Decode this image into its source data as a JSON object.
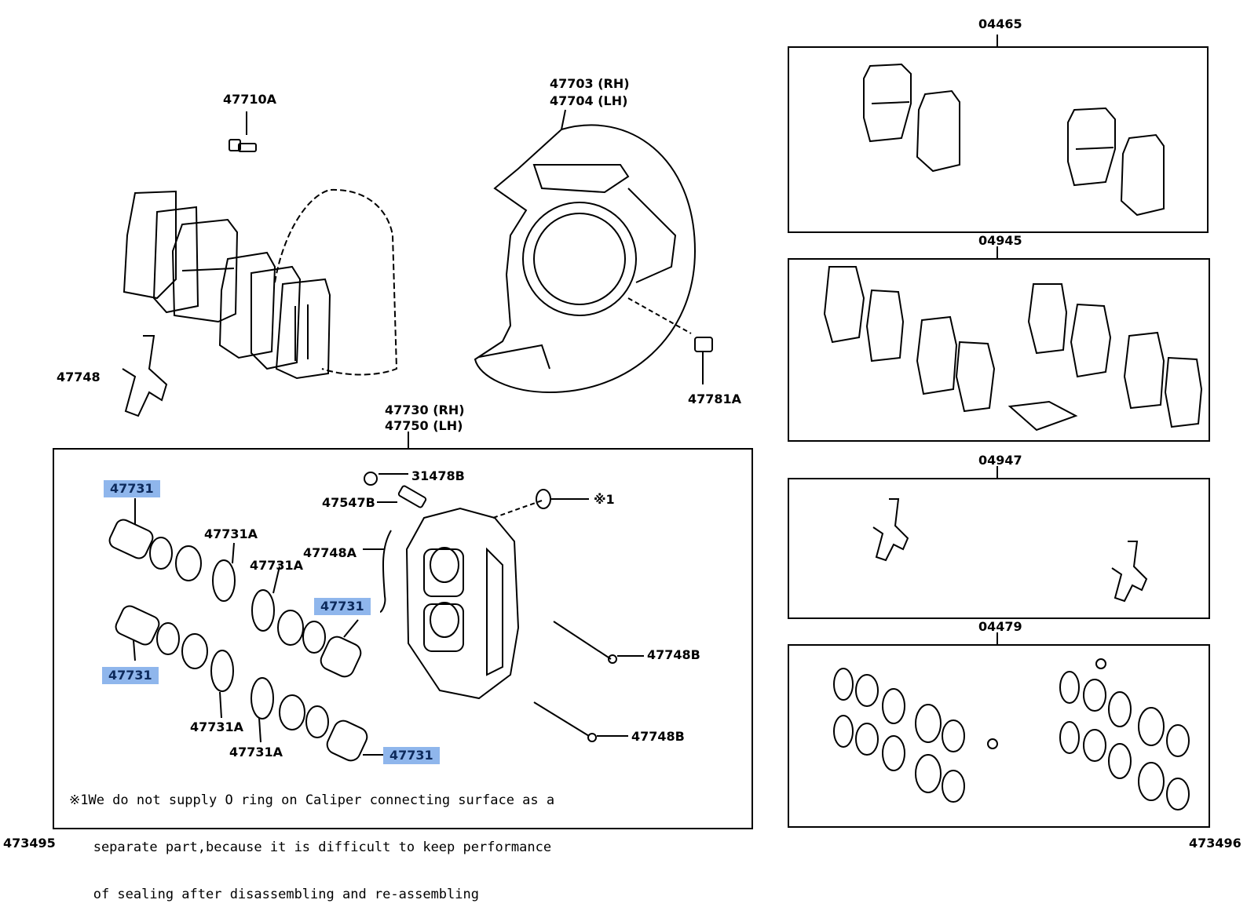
{
  "labels": {
    "p47710A": "47710A",
    "p47703": "47703 (RH)",
    "p47704": "47704 (LH)",
    "p47748": "47748",
    "p47781A": "47781A",
    "p47730": "47730 (RH)",
    "p47750": "47750 (LH)",
    "p31478B": "31478B",
    "p47547B": "47547B",
    "p47748A": "47748A",
    "note_ref": "※1",
    "p47748B_1": "47748B",
    "p47748B_2": "47748B",
    "p47731A_1": "47731A",
    "p47731A_2": "47731A",
    "p47731A_3": "47731A",
    "p47731A_4": "47731A",
    "kit_04465": "04465",
    "kit_04945": "04945",
    "kit_04947": "04947",
    "kit_04479": "04479",
    "footer_left": "473495",
    "footer_right": "473496"
  },
  "highlighted": {
    "h1": "47731",
    "h2": "47731",
    "h3": "47731",
    "h4": "47731"
  },
  "highlight_color": "#8fb6ec",
  "note": {
    "line1": "※1We do not supply O ring on Caliper connecting surface as a",
    "line2": "   separate part,because it is difficult to keep performance",
    "line3": "   of sealing after disassembling and re-assembling"
  }
}
